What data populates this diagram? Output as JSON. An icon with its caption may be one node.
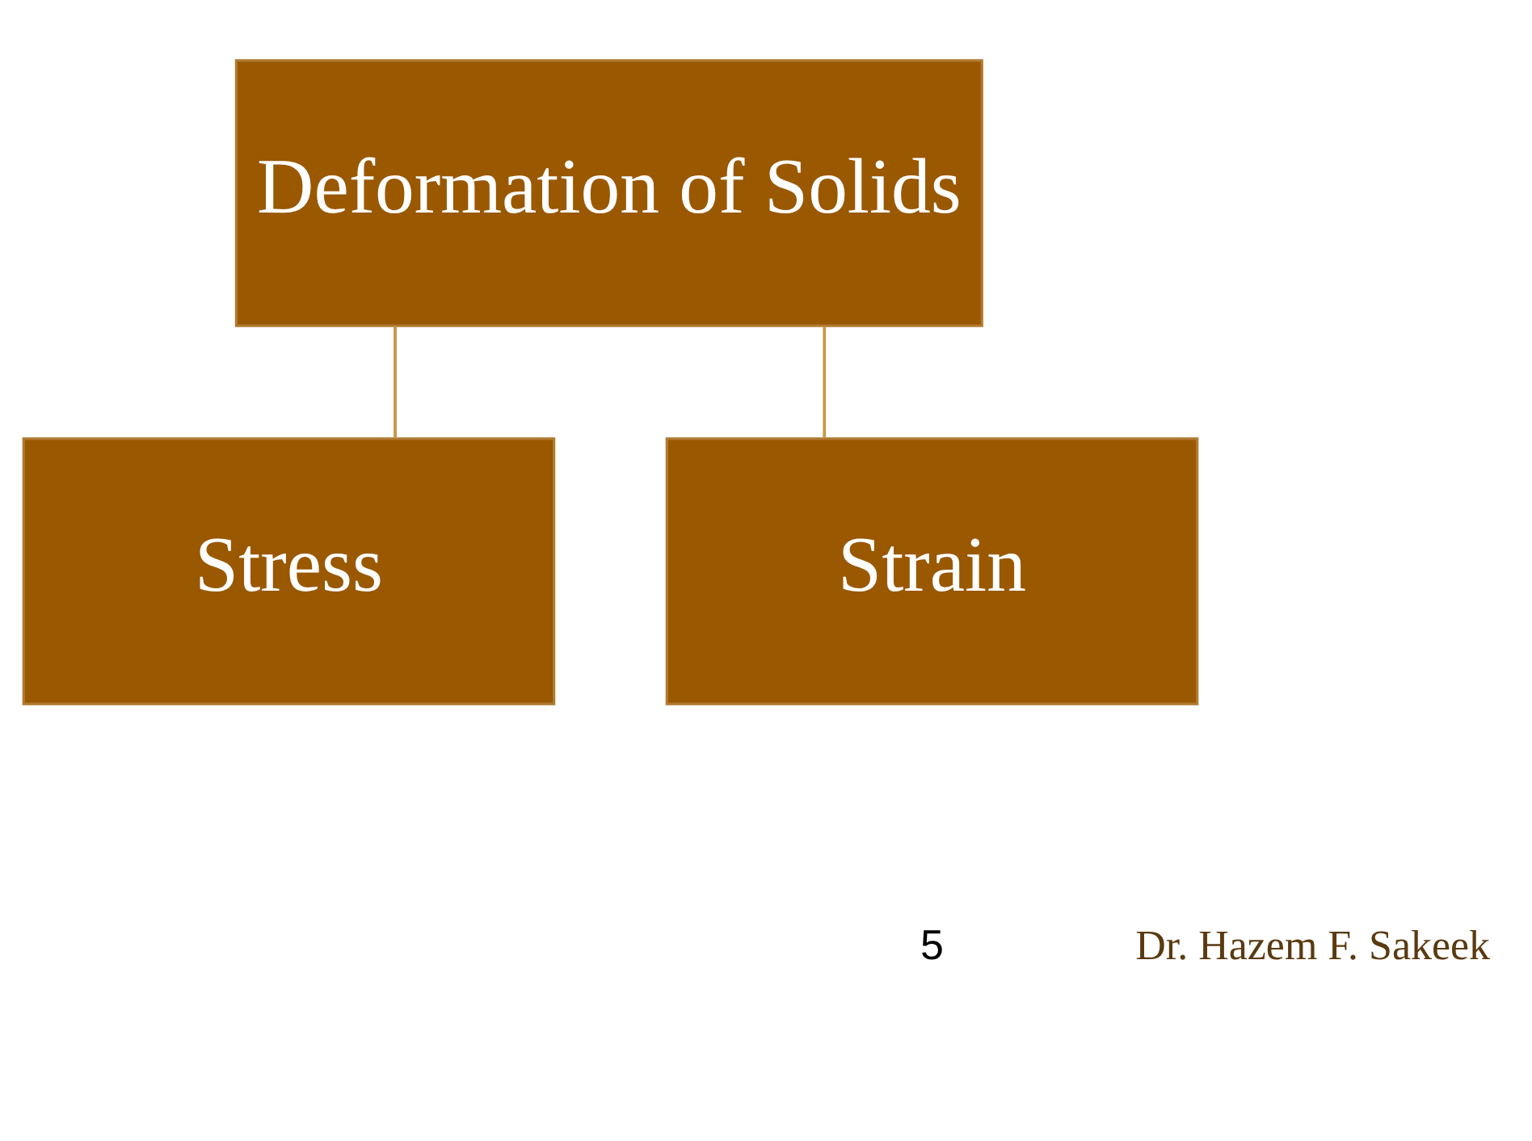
{
  "diagram": {
    "nodes": [
      {
        "text": [
          "Deformation of Solids"
        ]
      },
      {
        "text": [
          "Stress"
        ]
      },
      {
        "text": [
          "Strain"
        ]
      }
    ],
    "edges": [
      {
        "from": 0,
        "to": 1,
        "arrow": "none"
      },
      {
        "from": 0,
        "to": 2,
        "arrow": "none"
      }
    ],
    "labels": [
      "5",
      "Dr. Hazem F. Sakeek"
    ]
  }
}
